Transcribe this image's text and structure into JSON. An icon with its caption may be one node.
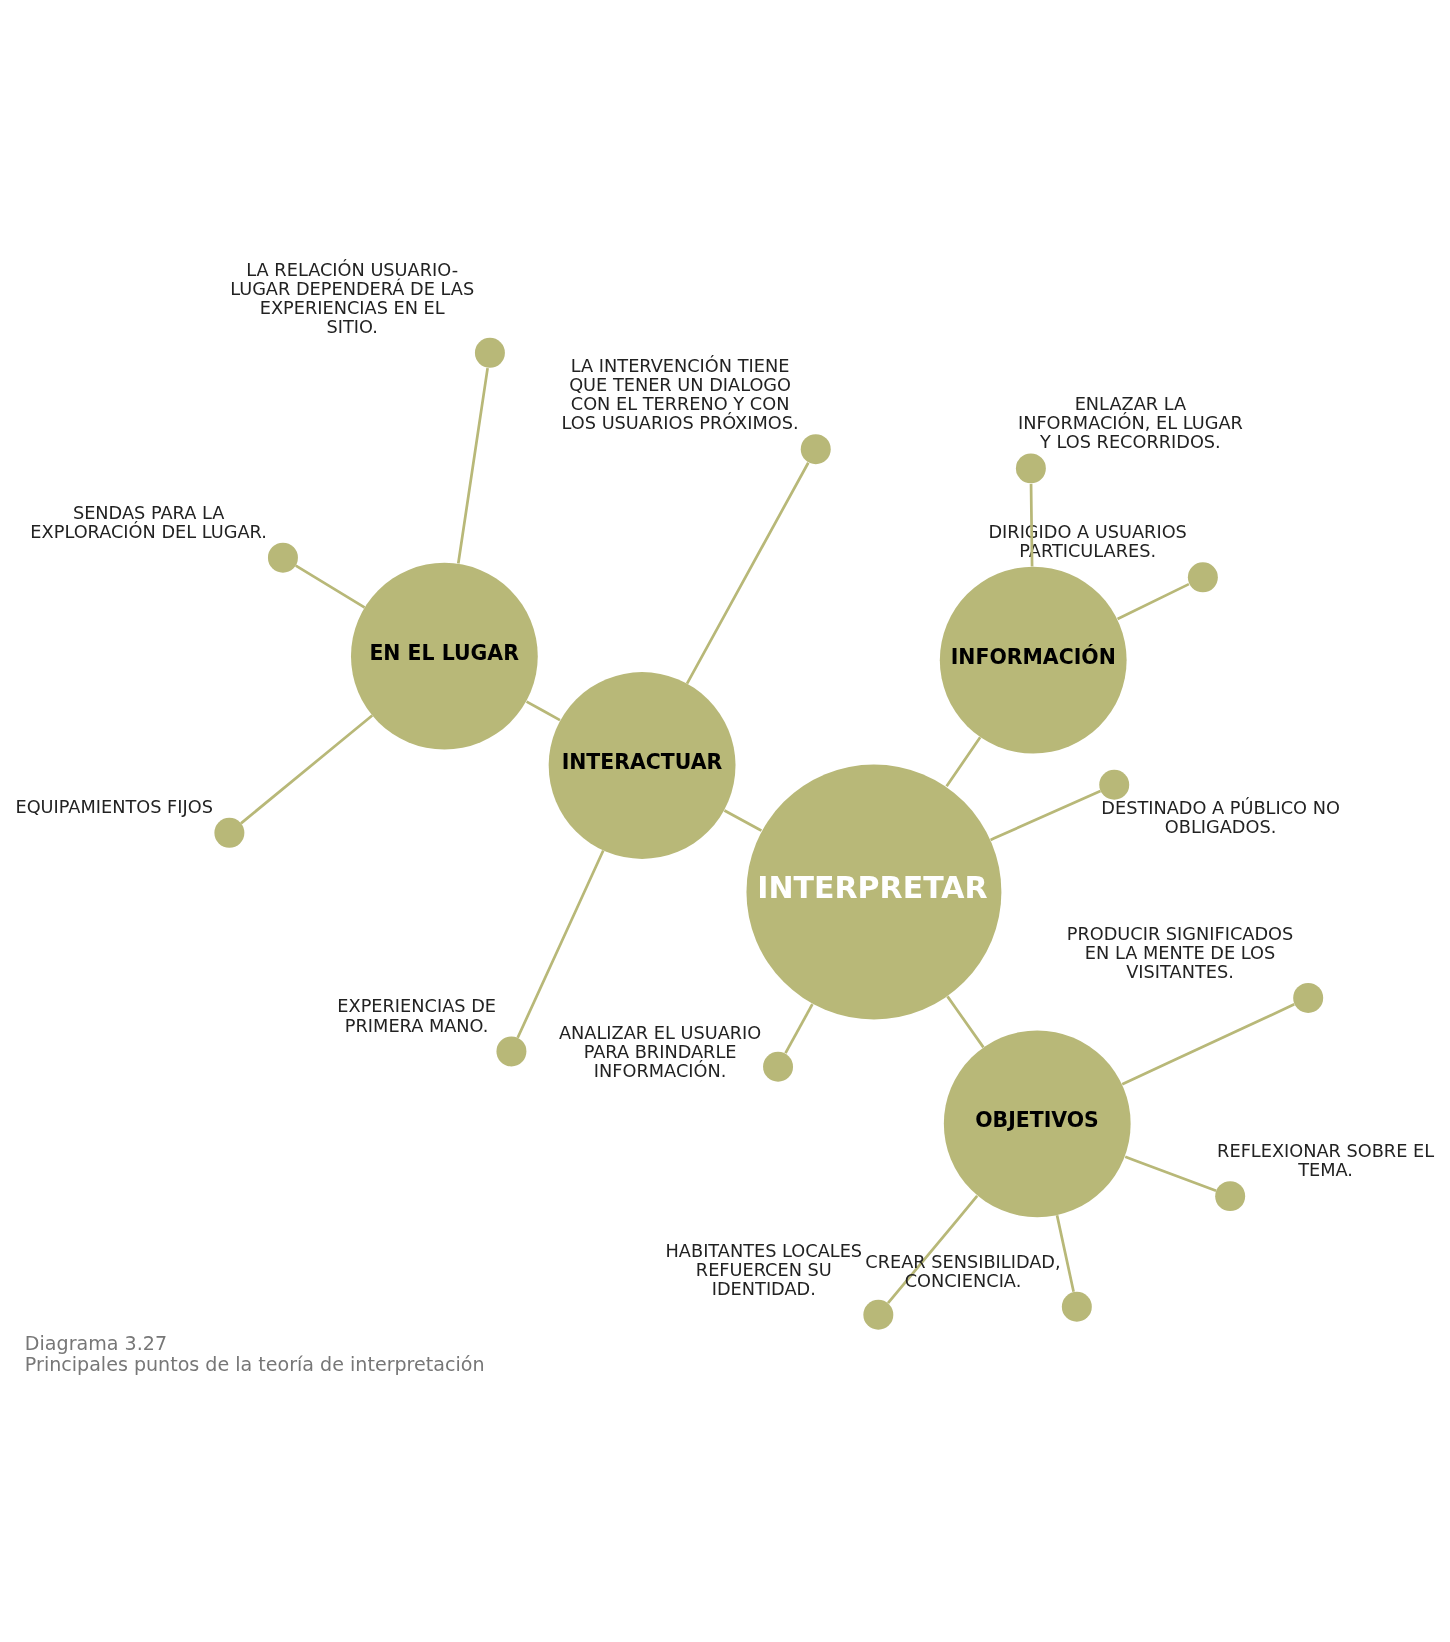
{
  "diagram": {
    "title": "Diagrama 3.27",
    "caption": "Principales puntos de la teoría de interpretación",
    "nodes": [
      {
        "text": [],
        "shape": "circle",
        "beside": [
          "LA RELACIÓN USUARIO-LUGAR DEPENDERÁ DE LAS EXPERIENCIAS EN EL SITIO."
        ]
      },
      {
        "text": [],
        "shape": "circle",
        "beside": [
          "LA INTERVENCIÓN TIENE QUE TENER UN DIALOGO CON EL TERRENO Y CON LOS USUARIOS PRÓXIMOS."
        ]
      },
      {
        "text": [],
        "shape": "circle",
        "beside": [
          "DIRIGIDO A USUARIOS PARTICULARES."
        ]
      },
      {
        "text": [],
        "shape": "circle",
        "beside": [
          "ENLAZAR LA INFORMACIÓN, EL LUGAR Y LOS RECORRIDOS."
        ]
      },
      {
        "text": [
          "EN EL LUGAR"
        ]
      },
      {
        "text": [],
        "shape": "circle",
        "beside": [
          "DESTINADO A PÚBLICO NO OBLIGADOS."
        ]
      },
      {
        "text": [
          "INFORMACIÓN"
        ]
      },
      {
        "text": [],
        "shape": "circle",
        "beside": [
          "SENDAS PARA LA EXPLORACIÓN DEL LUGAR."
        ]
      },
      {
        "text": [
          "INTERACTUAR"
        ]
      },
      {
        "text": [],
        "shape": "circle",
        "beside": [
          "EQUIPAMIENTOS FIJOS"
        ]
      },
      {
        "text": [],
        "shape": "circle",
        "beside": [
          "EXPERIENCIAS DE PRIMERA MANO."
        ]
      },
      {
        "text": [
          "INTERPRETAR"
        ]
      },
      {
        "text": [],
        "shape": "circle",
        "beside": [
          "ANALIZAR EL USUARIO PARA BRINDARLE INFORMACIÓN."
        ]
      },
      {
        "text": [],
        "shape": "circle",
        "beside": [
          "HABITANTES LOCALES REFUERCEN SU IDENTIDAD."
        ]
      },
      {
        "text": [
          "OBJETIVOS"
        ]
      },
      {
        "text": [],
        "shape": "circle",
        "beside": [
          "CREAR SENSIBILIDAD, CONCIENCIA."
        ]
      },
      {
        "text": [],
        "shape": "circle",
        "beside": [
          "REFLEXIONAR SOBRE EL TEMA."
        ]
      },
      {
        "text": [],
        "shape": "circle",
        "beside": [
          "PRODUCIR SIGNIFICADOS EN LA MENTE DE LOS VISITANTES."
        ]
      }
    ],
    "edges": [
      {
        "from": 11,
        "to": 8,
        "arrow": "none"
      },
      {
        "from": 11,
        "to": 6,
        "arrow": "none"
      },
      {
        "from": 11,
        "to": 14,
        "arrow": "none"
      },
      {
        "from": 11,
        "to": 5,
        "arrow": "none"
      },
      {
        "from": 11,
        "to": 12,
        "arrow": "none"
      },
      {
        "from": 8,
        "to": 4,
        "arrow": "none"
      },
      {
        "from": 8,
        "to": 1,
        "arrow": "none"
      },
      {
        "from": 8,
        "to": 10,
        "arrow": "none"
      },
      {
        "from": 4,
        "to": 0,
        "arrow": "none"
      },
      {
        "from": 4,
        "to": 7,
        "arrow": "none"
      },
      {
        "from": 4,
        "to": 9,
        "arrow": "none"
      },
      {
        "from": 6,
        "to": 2,
        "arrow": "none"
      },
      {
        "from": 6,
        "to": 3,
        "arrow": "none"
      },
      {
        "from": 14,
        "to": 13,
        "arrow": "none"
      },
      {
        "from": 14,
        "to": 15,
        "arrow": "none"
      },
      {
        "from": 14,
        "to": 17,
        "arrow": "none"
      },
      {
        "from": 14,
        "to": 16,
        "arrow": "none"
      }
    ]
  }
}
